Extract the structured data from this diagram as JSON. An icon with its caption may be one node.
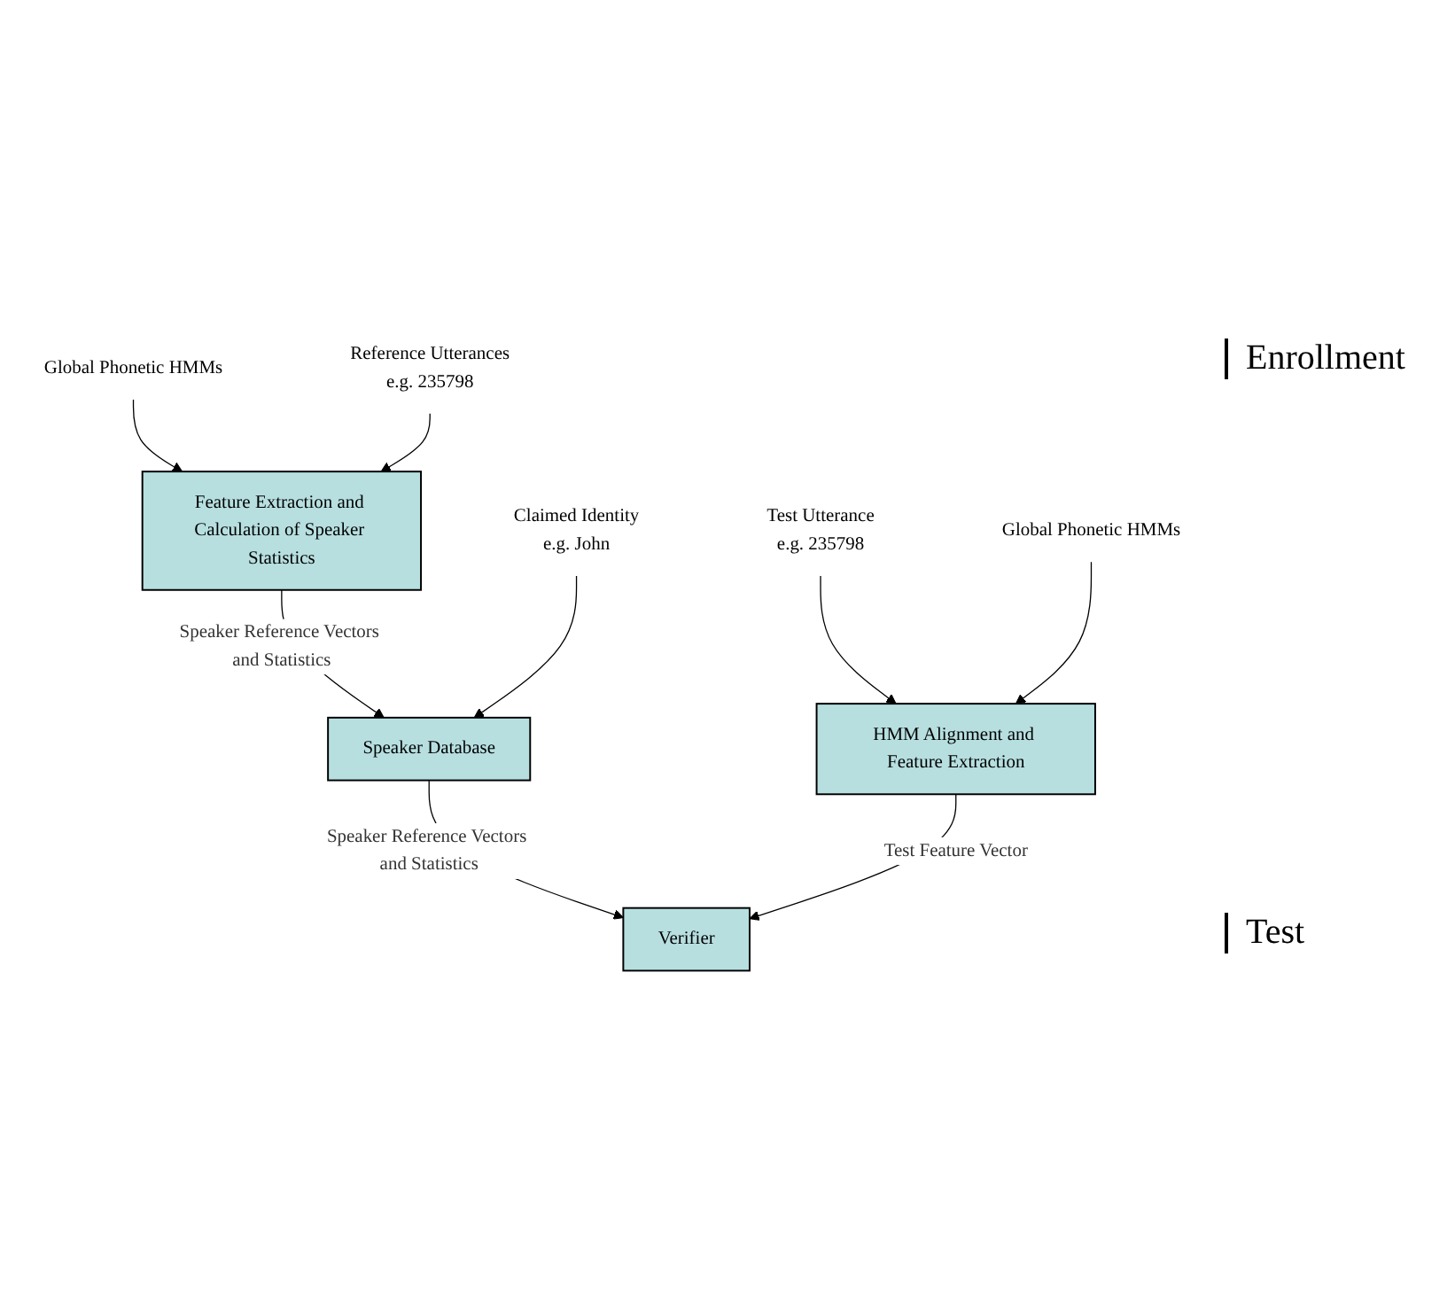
{
  "diagram": {
    "nodes": [
      {
        "text": [
          "Global Phonetic HMMs"
        ]
      },
      {
        "text": [
          "Reference Utterances"
        ],
        "beside": [
          "e.g. 235798"
        ]
      },
      {
        "text": [
          "Feature Extraction and Calculation of Speaker Statistics"
        ]
      },
      {
        "text": [
          "Claimed Identity"
        ],
        "beside": [
          "e.g. John"
        ]
      },
      {
        "text": [
          "Speaker Database"
        ]
      },
      {
        "text": [
          "Verifier"
        ]
      },
      {
        "text": [
          "Test Utterance"
        ],
        "beside": [
          "e.g. 235798"
        ]
      },
      {
        "text": [
          "HMM Alignment and Feature Extraction"
        ]
      },
      {
        "text": [
          "Global Phonetic HMMs"
        ]
      }
    ],
    "edges": [
      {
        "from": 0,
        "to": 2,
        "arrow": "to"
      },
      {
        "from": 1,
        "to": 2,
        "arrow": "to"
      },
      {
        "from": 2,
        "to": 4,
        "arrow": "to",
        "label": "Speaker Reference Vectors and Statistics"
      },
      {
        "from": 3,
        "to": 4,
        "arrow": "to"
      },
      {
        "from": 4,
        "to": 5,
        "arrow": "to",
        "label": "Speaker Reference Vectors and Statistics"
      },
      {
        "from": 6,
        "to": 7,
        "arrow": "to"
      },
      {
        "from": 7,
        "to": 5,
        "arrow": "to",
        "label": "Test Feature Vector"
      },
      {
        "from": 8,
        "to": 7,
        "arrow": "to"
      }
    ],
    "labels": [
      "Enrollment",
      "Test"
    ]
  }
}
